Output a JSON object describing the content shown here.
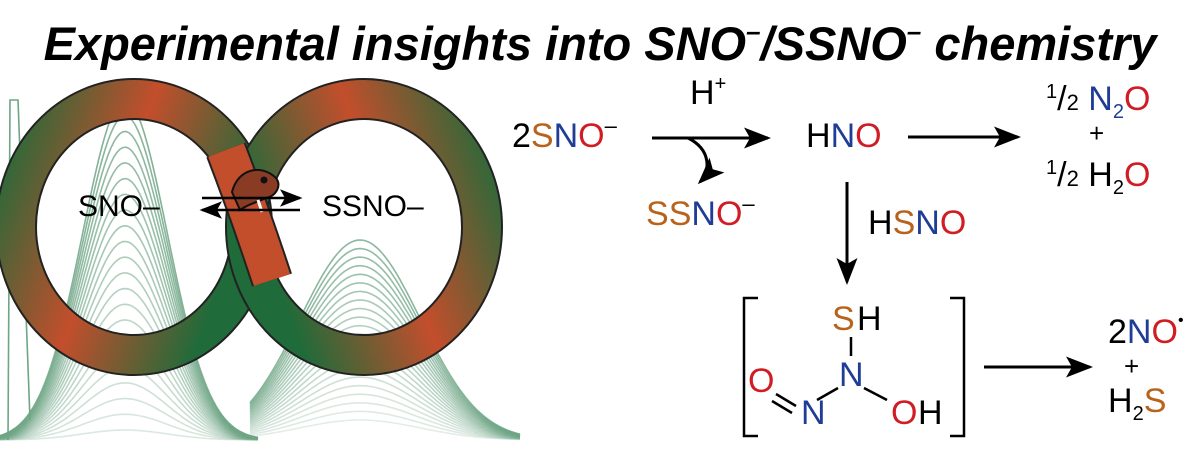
{
  "title": {
    "text_1": "Experimental insights into SNO",
    "charge_1": "–",
    "text_2": "/SSNO",
    "charge_2": "–",
    "text_3": " chemistry"
  },
  "colors": {
    "sulfur": "#b8621b",
    "nitrogen": "#1f3c96",
    "oxygen": "#d11c24",
    "black": "#000000",
    "ring_green": "#1f6b3a",
    "ring_rust": "#c34e2c",
    "spectra": "#6ea585"
  },
  "graphic": {
    "left_label": "SNO–",
    "right_label": "SSNO–"
  },
  "scheme": {
    "reactant": {
      "coef": "2",
      "s": "S",
      "n": "N",
      "o": "O",
      "charge": "–"
    },
    "acid": {
      "h": "H",
      "plus": "+"
    },
    "byproduct": {
      "s1": "S",
      "s2": "S",
      "n": "N",
      "o": "O",
      "charge": "–"
    },
    "hno": {
      "h": "H",
      "n": "N",
      "o": "O"
    },
    "n2o_product": {
      "frac_num": "1",
      "frac_sep": "/",
      "frac_den": "2",
      "n": "N",
      "sub": "2",
      "o": "O"
    },
    "plus": "+",
    "h2o_product": {
      "frac_num": "1",
      "frac_sep": "/",
      "frac_den": "2",
      "h": "H",
      "sub": "2",
      "o": "O"
    },
    "hsno": {
      "h": "H",
      "s": "S",
      "n": "N",
      "o": "O"
    },
    "intermediate": {
      "s": "S",
      "sh_h": "H",
      "n_center": "N",
      "o_left": "O",
      "n_left": "N",
      "o_right": "O",
      "oh_h": "H"
    },
    "no_product": {
      "coef": "2",
      "n": "N",
      "o": "O",
      "radical": "•"
    },
    "h2s_product": {
      "h": "H",
      "sub": "2",
      "s": "S"
    }
  }
}
